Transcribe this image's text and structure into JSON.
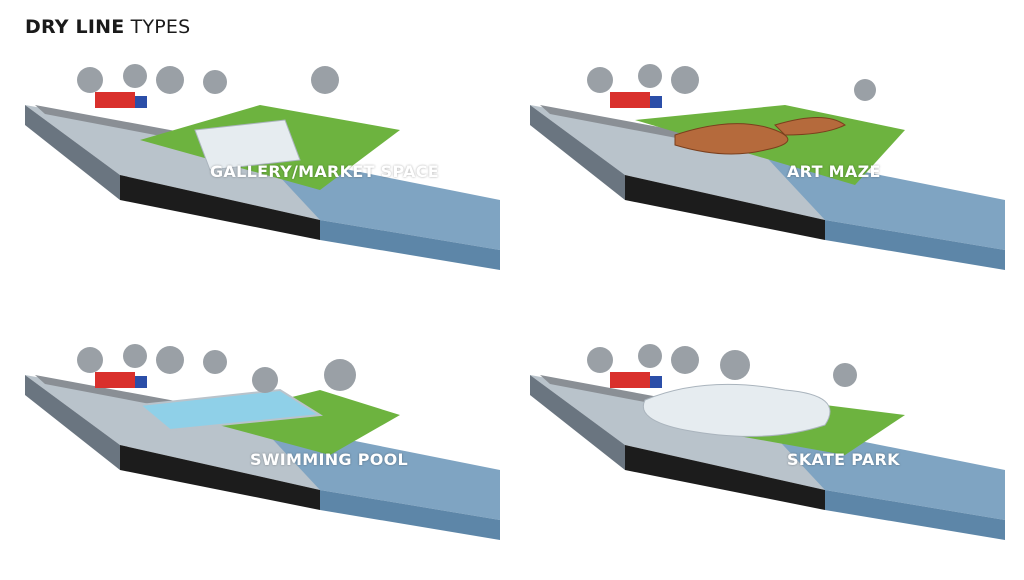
{
  "title": {
    "bold": "DRY LINE",
    "regular": "TYPES"
  },
  "panels": [
    {
      "label": "GALLERY/MARKET SPACE"
    },
    {
      "label": "ART MAZE"
    },
    {
      "label": "SWIMMING POOL"
    },
    {
      "label": "SKATE PARK"
    }
  ],
  "colors": {
    "water": "#7fa4c2",
    "water_side": "#5d86a8",
    "earth": "#1c1c1c",
    "grass": "#6db33f",
    "road": "#8a8f95",
    "truck": "#d9302c",
    "tree": "#9aa0a6"
  }
}
